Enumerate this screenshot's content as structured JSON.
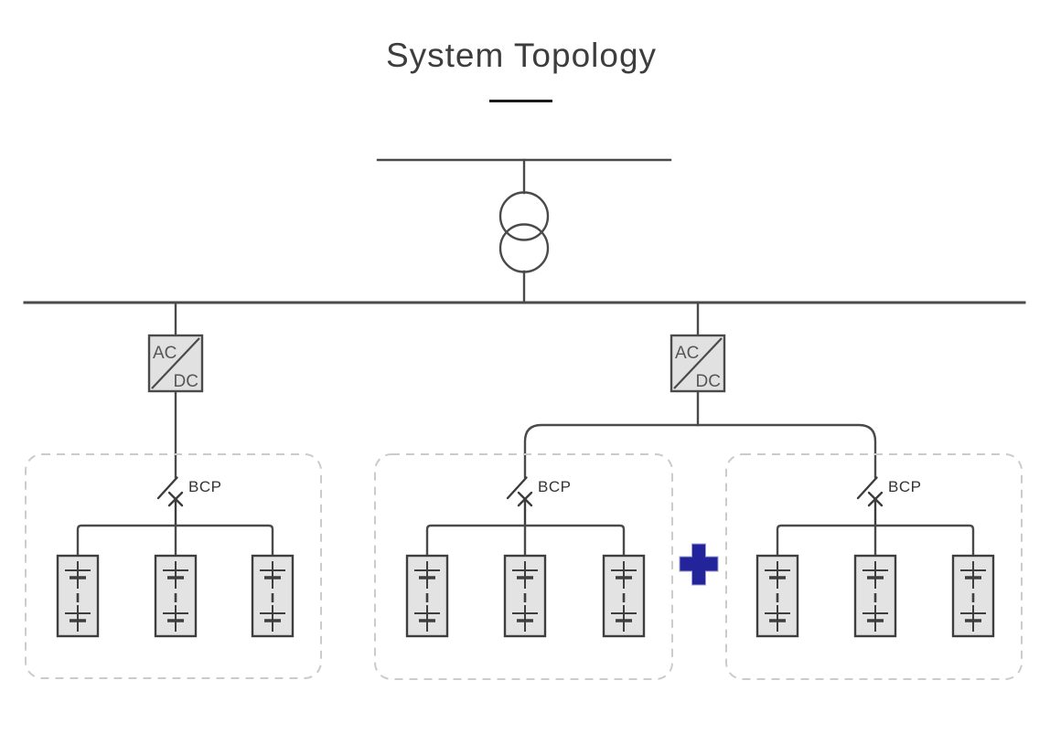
{
  "title": "System Topology",
  "converters": [
    {
      "top_label": "AC",
      "bottom_label": "DC"
    },
    {
      "top_label": "AC",
      "bottom_label": "DC"
    }
  ],
  "groups": [
    {
      "breaker_label": "BCP",
      "battery_count": 3
    },
    {
      "breaker_label": "BCP",
      "battery_count": 3
    },
    {
      "breaker_label": "BCP",
      "battery_count": 3
    }
  ],
  "icons": {
    "transformer": "two overlapping circles",
    "converter": "square with diagonal, AC over DC",
    "breaker": "open switch blade with x contact",
    "battery": "rectangle with stacked cell plates and dashed middle",
    "plus": "+"
  },
  "colors": {
    "wire": "#4a4a4a",
    "module_fill": "#e2e2e2",
    "group_border": "#cbcbcb",
    "plus": "#23239b",
    "title": "#3d3d3d"
  }
}
